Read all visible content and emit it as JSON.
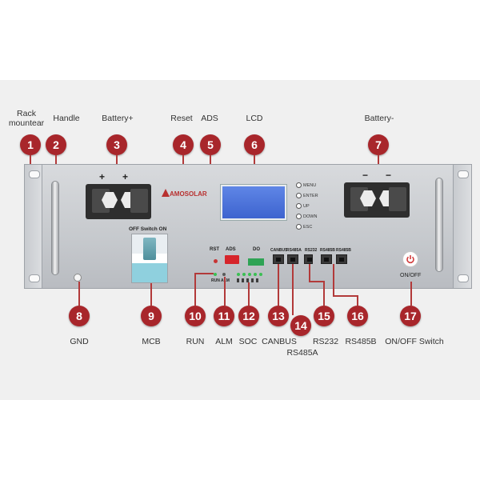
{
  "callouts": [
    {
      "num": "1",
      "label": "Rack\nmountear"
    },
    {
      "num": "2",
      "label": "Handle"
    },
    {
      "num": "3",
      "label": "Battery+"
    },
    {
      "num": "4",
      "label": "Reset"
    },
    {
      "num": "5",
      "label": "ADS"
    },
    {
      "num": "6",
      "label": "LCD"
    },
    {
      "num": "7",
      "label": "Battery-"
    },
    {
      "num": "8",
      "label": "GND"
    },
    {
      "num": "9",
      "label": "MCB"
    },
    {
      "num": "10",
      "label": "RUN"
    },
    {
      "num": "11",
      "label": "ALM"
    },
    {
      "num": "12",
      "label": "SOC"
    },
    {
      "num": "13",
      "label": "CANBUS"
    },
    {
      "num": "14",
      "label": "RS485A"
    },
    {
      "num": "15",
      "label": "RS232"
    },
    {
      "num": "16",
      "label": "RS485B"
    },
    {
      "num": "17",
      "label": "ON/OFF Switch"
    }
  ],
  "panel": {
    "logo": "AMOSOLAR",
    "plus_sign": "+",
    "minus_sign": "−",
    "mcb_text": "OFF Switch ON",
    "rst": "RST",
    "ads": "ADS",
    "do": "DO",
    "run_alm": "RUN ALM",
    "onoff": "ON/OFF",
    "menu_buttons": [
      "MENU",
      "ENTER",
      "UP",
      "DOWN",
      "ESC"
    ],
    "ports": [
      "CANBUS",
      "RS485A",
      "RS232",
      "RS485B",
      "RS485B"
    ]
  },
  "colors": {
    "badge": "#a8262b",
    "lcd": "#4a70dd",
    "leader": "#b23a3a",
    "mcb": "#8fd0de"
  }
}
